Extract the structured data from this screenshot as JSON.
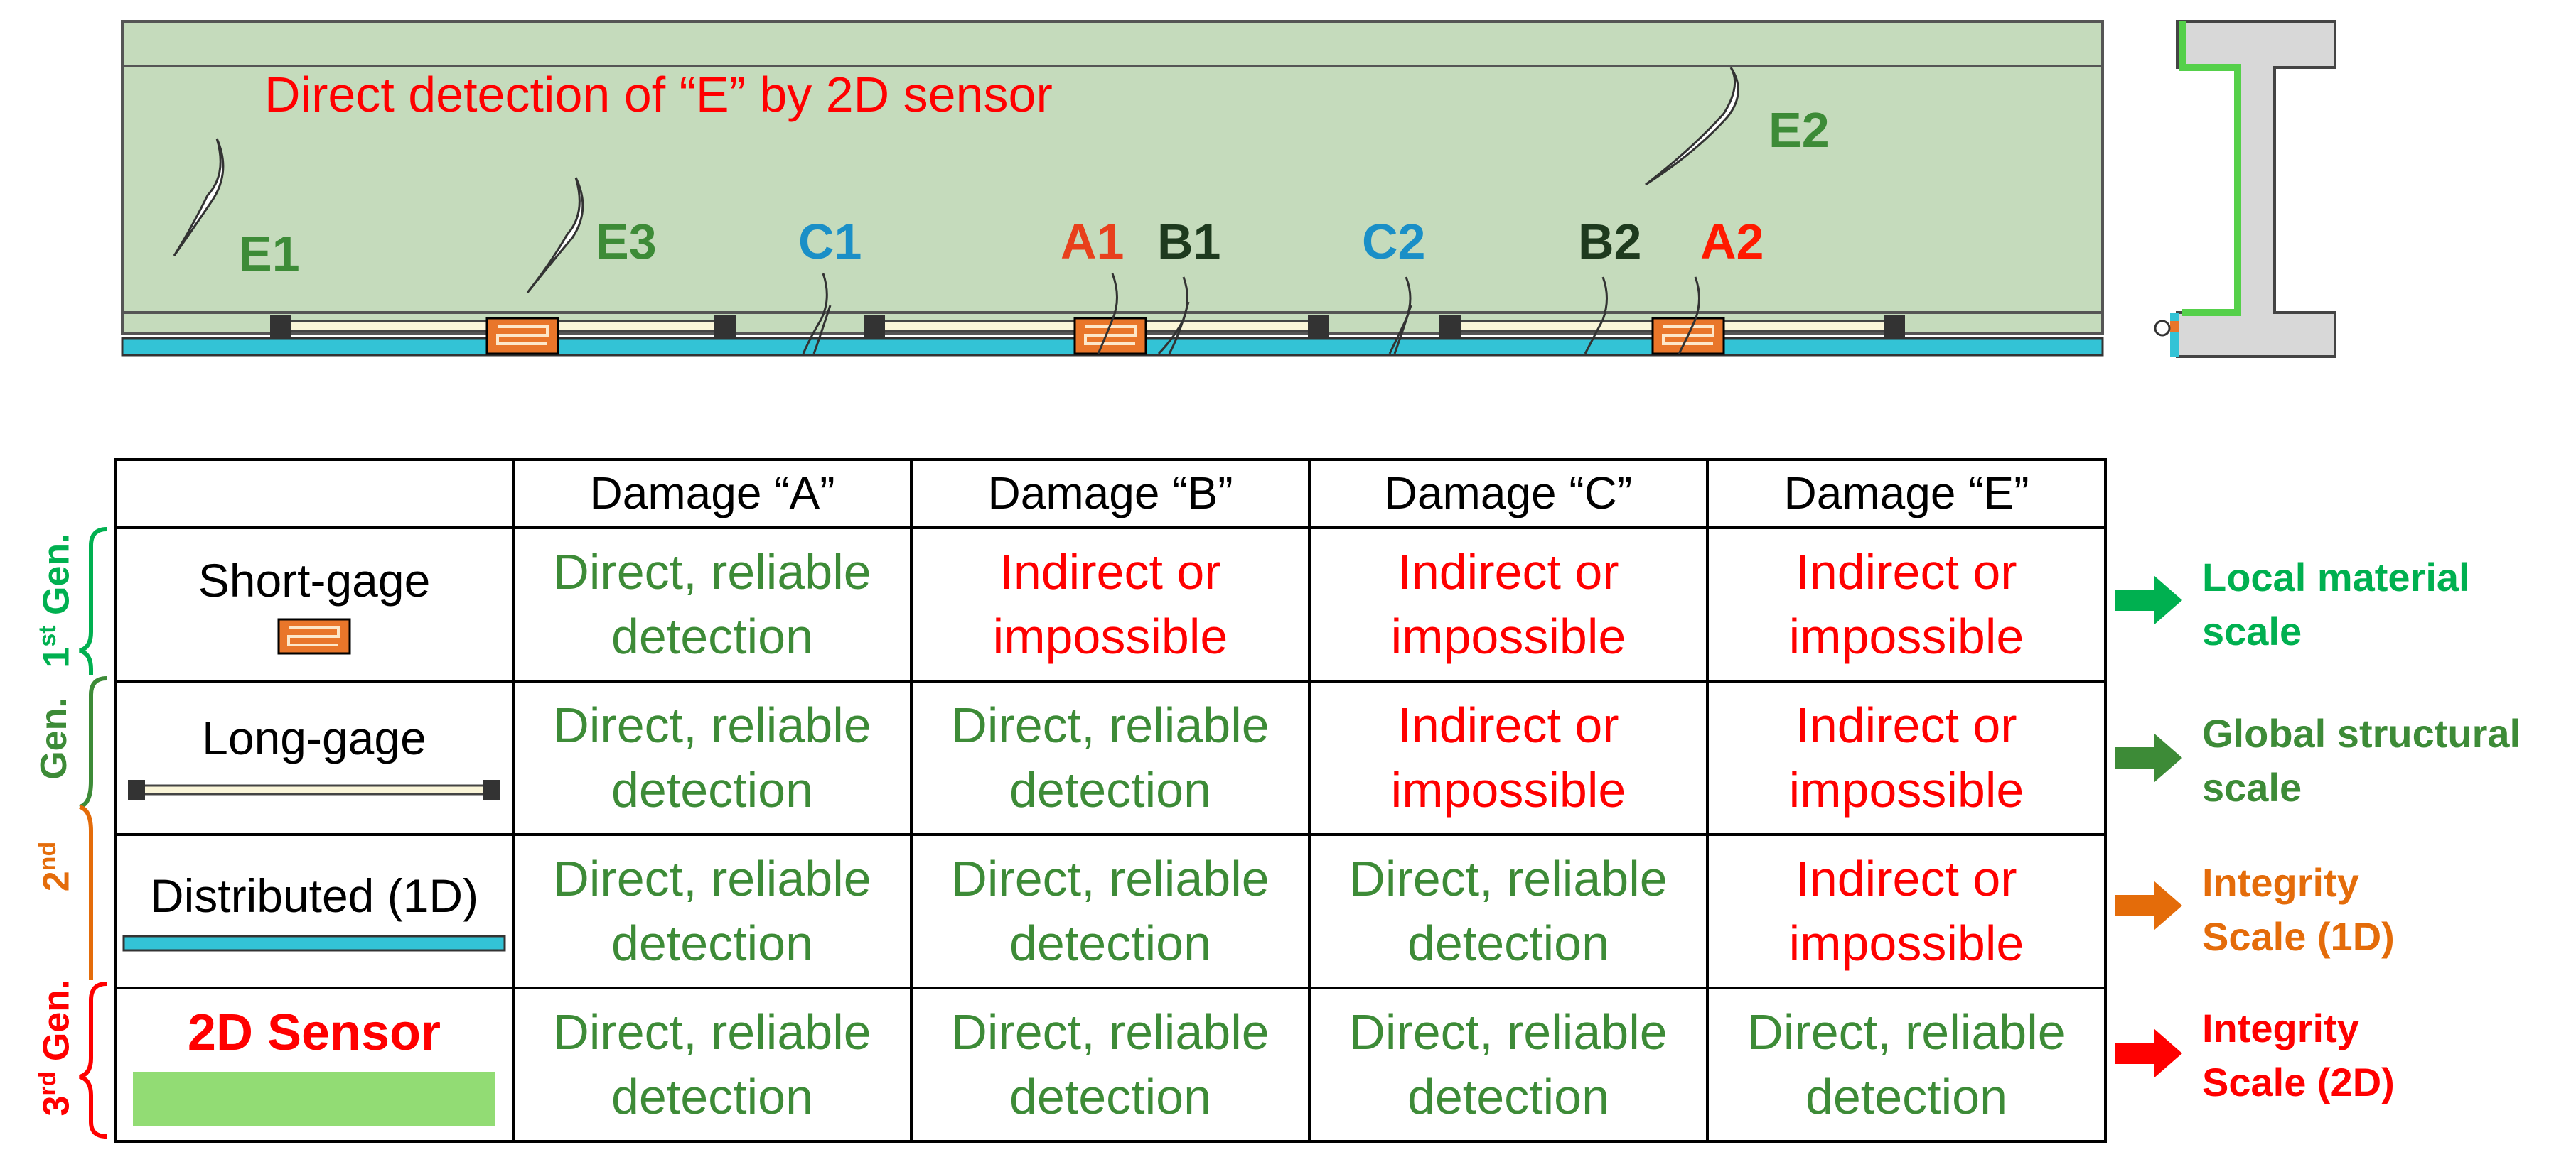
{
  "beam": {
    "title": "Direct detection of “E” by 2D sensor",
    "labels": [
      {
        "id": "E1",
        "text": "E1",
        "color": "#3d8b37"
      },
      {
        "id": "E3",
        "text": "E3",
        "color": "#3d8b37"
      },
      {
        "id": "C1",
        "text": "C1",
        "color": "#1a8fc7"
      },
      {
        "id": "A1",
        "text": "A1",
        "color": "#e8401c"
      },
      {
        "id": "B1",
        "text": "B1",
        "color": "#1e3a1e"
      },
      {
        "id": "C2",
        "text": "C2",
        "color": "#1a8fc7"
      },
      {
        "id": "B2",
        "text": "B2",
        "color": "#1e3a1e"
      },
      {
        "id": "A2",
        "text": "A2",
        "color": "#ff1a00"
      },
      {
        "id": "E2",
        "text": "E2",
        "color": "#3d8b37"
      }
    ]
  },
  "table": {
    "headers": [
      "",
      "Damage “A”",
      "Damage “B”",
      "Damage “C”",
      "Damage “E”"
    ],
    "rows": [
      {
        "sensor": "Short-gage",
        "cells": [
          [
            "Direct, reliable",
            "detection"
          ],
          [
            "Indirect or",
            "impossible"
          ],
          [
            "Indirect or",
            "impossible"
          ],
          [
            "Indirect or",
            "impossible"
          ]
        ]
      },
      {
        "sensor": "Long-gage",
        "cells": [
          [
            "Direct, reliable",
            "detection"
          ],
          [
            "Direct, reliable",
            "detection"
          ],
          [
            "Indirect or",
            "impossible"
          ],
          [
            "Indirect or",
            "impossible"
          ]
        ]
      },
      {
        "sensor": "Distributed (1D)",
        "cells": [
          [
            "Direct, reliable",
            "detection"
          ],
          [
            "Direct, reliable",
            "detection"
          ],
          [
            "Direct, reliable",
            "detection"
          ],
          [
            "Indirect or",
            "impossible"
          ]
        ]
      },
      {
        "sensor": "2D Sensor",
        "cells": [
          [
            "Direct, reliable",
            "detection"
          ],
          [
            "Direct, reliable",
            "detection"
          ],
          [
            "Direct, reliable",
            "detection"
          ],
          [
            "Direct, reliable",
            "detection"
          ]
        ]
      }
    ]
  },
  "generations": [
    {
      "num": "1",
      "sup": "st",
      "word": "Gen.",
      "color": "#00b050"
    },
    {
      "num": "2",
      "sup": "nd",
      "word": "Gen.",
      "color": "#3d8b37"
    },
    {
      "num": "2",
      "sup": "nd",
      "word": "Gen.",
      "color": "#e46c0a"
    },
    {
      "num": "3",
      "sup": "rd",
      "word": "Gen.",
      "color": "#ff0000"
    }
  ],
  "scales": [
    {
      "line1": "Local material",
      "line2": "scale",
      "color": "#00b050"
    },
    {
      "line1": "Global structural",
      "line2": "scale",
      "color": "#3d8b37"
    },
    {
      "line1": "Integrity",
      "line2": "Scale (1D)",
      "color": "#e46c0a"
    },
    {
      "line1": "Integrity",
      "line2": "Scale (2D)",
      "color": "#ff0000"
    }
  ],
  "colors": {
    "beam_fill": "#c5dbbc",
    "sensor_1d": "#33c3d6",
    "sensor_2d": "#92dc74",
    "short_gage": "#e9762a",
    "long_gage": "#faf5d8",
    "section": "#d8d8d8",
    "section_sensor": "#55d04a"
  }
}
